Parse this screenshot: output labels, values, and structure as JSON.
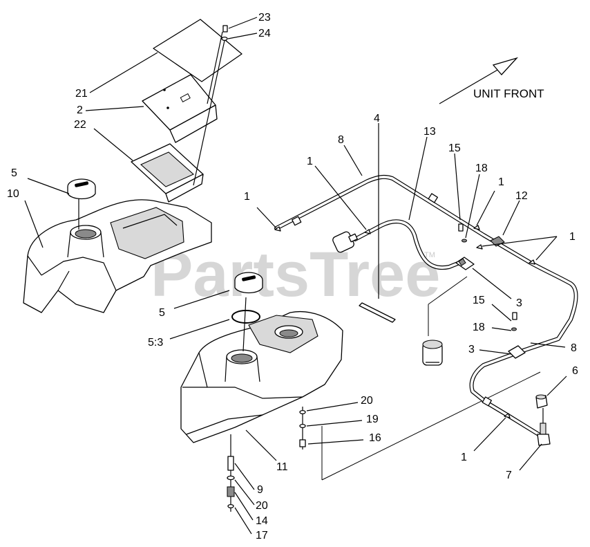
{
  "watermark": {
    "text": "PartsTree",
    "tm": "TM"
  },
  "direction_label": "UNIT FRONT",
  "callouts": [
    {
      "id": "c23",
      "text": "23"
    },
    {
      "id": "c24",
      "text": "24"
    },
    {
      "id": "c21",
      "text": "21"
    },
    {
      "id": "c2",
      "text": "2"
    },
    {
      "id": "c22",
      "text": "22"
    },
    {
      "id": "c5a",
      "text": "5"
    },
    {
      "id": "c10",
      "text": "10"
    },
    {
      "id": "c5b",
      "text": "5"
    },
    {
      "id": "c53",
      "text": "5:3"
    },
    {
      "id": "c4",
      "text": "4"
    },
    {
      "id": "c8a",
      "text": "8"
    },
    {
      "id": "c13",
      "text": "13"
    },
    {
      "id": "c1a",
      "text": "1"
    },
    {
      "id": "c1b",
      "text": "1"
    },
    {
      "id": "c15a",
      "text": "15"
    },
    {
      "id": "c18a",
      "text": "18"
    },
    {
      "id": "c1c",
      "text": "1"
    },
    {
      "id": "c12",
      "text": "12"
    },
    {
      "id": "c1d",
      "text": "1"
    },
    {
      "id": "c3a",
      "text": "3"
    },
    {
      "id": "c15b",
      "text": "15"
    },
    {
      "id": "c18b",
      "text": "18"
    },
    {
      "id": "c3b",
      "text": "3"
    },
    {
      "id": "c8b",
      "text": "8"
    },
    {
      "id": "c6",
      "text": "6"
    },
    {
      "id": "c20a",
      "text": "20"
    },
    {
      "id": "c19",
      "text": "19"
    },
    {
      "id": "c16",
      "text": "16"
    },
    {
      "id": "c11",
      "text": "11"
    },
    {
      "id": "c1e",
      "text": "1"
    },
    {
      "id": "c7",
      "text": "7"
    },
    {
      "id": "c9",
      "text": "9"
    },
    {
      "id": "c20b",
      "text": "20"
    },
    {
      "id": "c14",
      "text": "14"
    },
    {
      "id": "c17",
      "text": "17"
    }
  ]
}
